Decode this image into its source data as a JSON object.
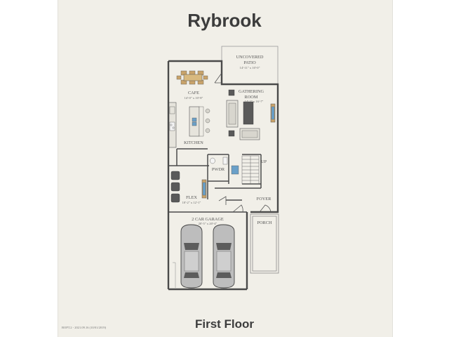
{
  "title": "Rybrook",
  "subtitle": "First Floor",
  "footnote": "BOPT.2 - 2021.09.16 (10/01/2019)",
  "colors": {
    "wall": "#4a4a4a",
    "sheet": "#f1efe8",
    "furniture_fill": "#e6e4dc",
    "dark_fixture": "#5a5a5a",
    "water_blue": "#6aa0c8",
    "wood": "#c9a36a",
    "car": "#b8b8b8"
  },
  "rooms": {
    "patio": {
      "name_1": "UNCOVERED",
      "name_2": "PATIO",
      "dim": "14'-11\" x 10'-0\""
    },
    "cafe": {
      "name": "CAFE",
      "dim": "14'-0\" x 10'-8\""
    },
    "gathering": {
      "name_1": "GATHERING",
      "name_2": "ROOM",
      "dim": "14'-3\" x 16'-7\""
    },
    "kitchen": {
      "name": "KITCHEN"
    },
    "pwdr": {
      "name": "PWDR"
    },
    "up": {
      "name": "UP"
    },
    "flex": {
      "name": "FLEX",
      "dim": "10'-2\" x 12'-1\""
    },
    "foyer": {
      "name": "FOYER"
    },
    "garage": {
      "name": "2 CAR GARAGE",
      "dim": "20'-5\" x 20'-4\""
    },
    "porch": {
      "name": "PORCH"
    }
  }
}
